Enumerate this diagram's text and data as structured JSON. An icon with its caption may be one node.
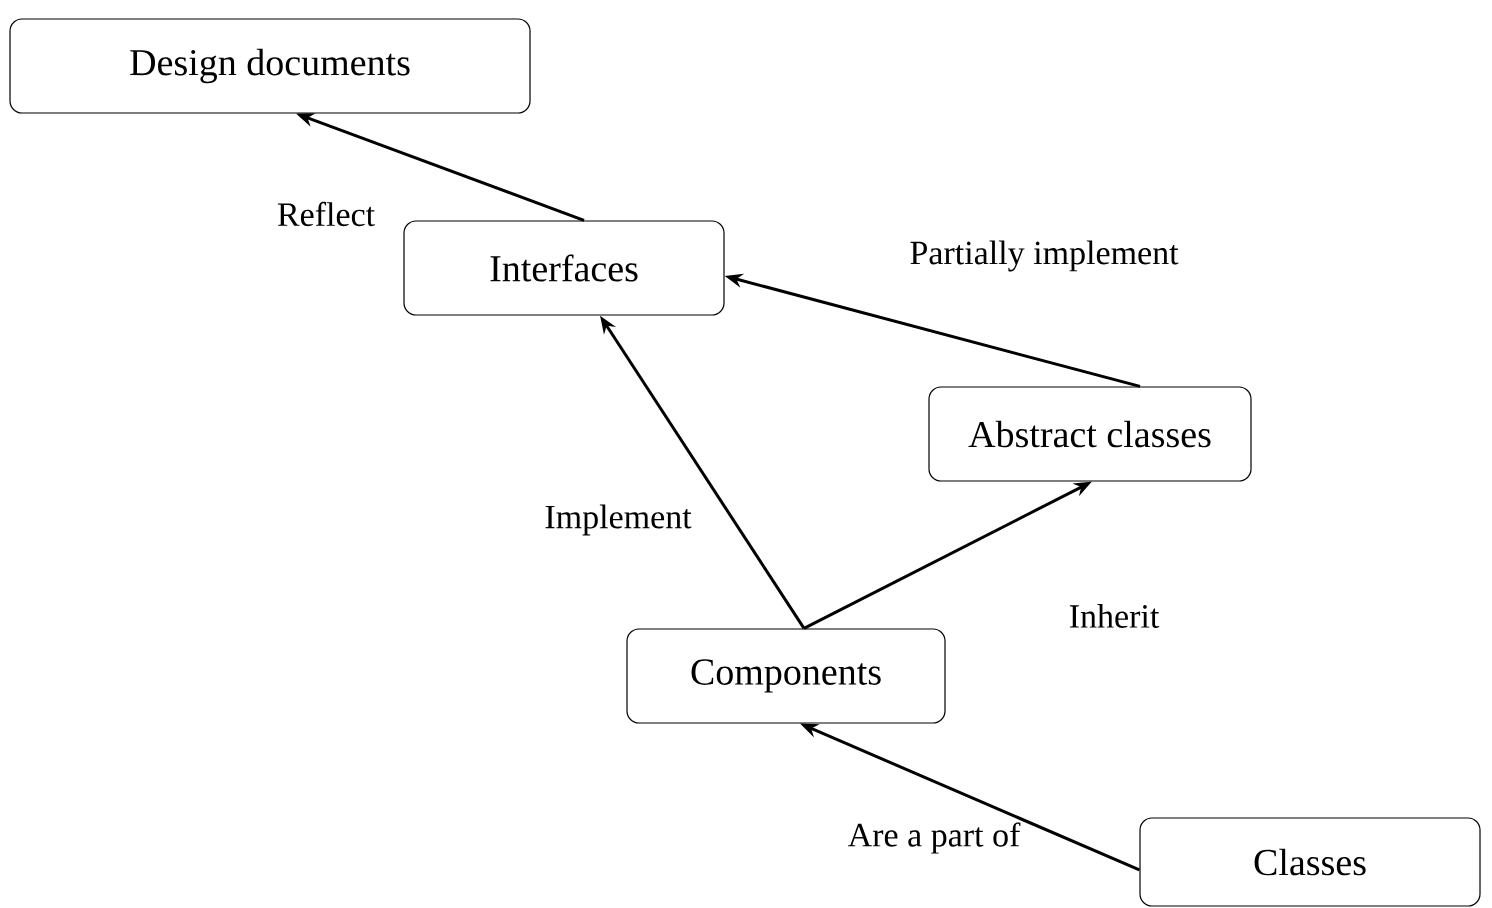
{
  "diagram": {
    "nodes": [
      {
        "text": [
          "Design documents"
        ]
      },
      {
        "text": [
          "Interfaces"
        ]
      },
      {
        "text": [
          "Abstract classes"
        ]
      },
      {
        "text": [
          "Components"
        ]
      },
      {
        "text": [
          "Classes"
        ]
      }
    ],
    "edges": [
      {
        "from": 1,
        "to": 0,
        "arrow": "to",
        "label": "Reflect"
      },
      {
        "from": 2,
        "to": 1,
        "arrow": "to",
        "label": "Partially implement"
      },
      {
        "from": 3,
        "to": 1,
        "arrow": "to",
        "label": "Implement"
      },
      {
        "from": 3,
        "to": 2,
        "arrow": "to",
        "label": "Inherit"
      },
      {
        "from": 4,
        "to": 3,
        "arrow": "to",
        "label": "Are a part of"
      }
    ]
  }
}
